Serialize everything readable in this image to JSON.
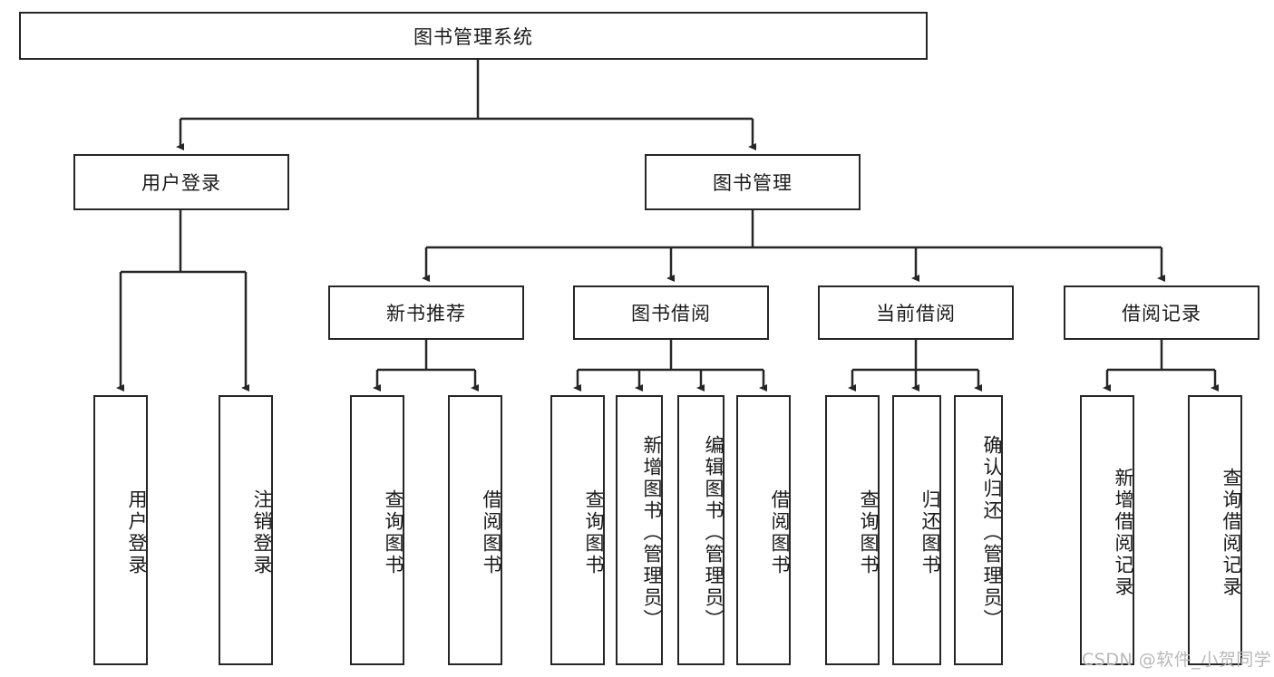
{
  "diagram": {
    "title": "图书管理系统",
    "type": "tree",
    "watermark": "CSDN @软件_小贺同学",
    "accent_color": "#262626",
    "background_color": "#ffffff",
    "nodes": {
      "root": {
        "label": "图书管理系统"
      },
      "level2": [
        {
          "label": "用户登录"
        },
        {
          "label": "图书管理"
        }
      ],
      "level3": [
        {
          "label": "新书推荐"
        },
        {
          "label": "图书借阅"
        },
        {
          "label": "当前借阅"
        },
        {
          "label": "借阅记录"
        }
      ],
      "leaves": {
        "user_login": [
          {
            "label": "用户登录"
          },
          {
            "label": "注销登录"
          }
        ],
        "new_book_recommend": [
          {
            "label": "查询图书"
          },
          {
            "label": "借阅图书"
          }
        ],
        "book_borrow": [
          {
            "label": "查询图书"
          },
          {
            "label": "新增图书（管理员）"
          },
          {
            "label": "编辑图书（管理员）"
          },
          {
            "label": "借阅图书"
          }
        ],
        "current_borrow": [
          {
            "label": "查询图书"
          },
          {
            "label": "归还图书"
          },
          {
            "label": "确认归还（管理员）"
          }
        ],
        "borrow_record": [
          {
            "label": "新增借阅记录"
          },
          {
            "label": "查询借阅记录"
          }
        ]
      }
    }
  }
}
